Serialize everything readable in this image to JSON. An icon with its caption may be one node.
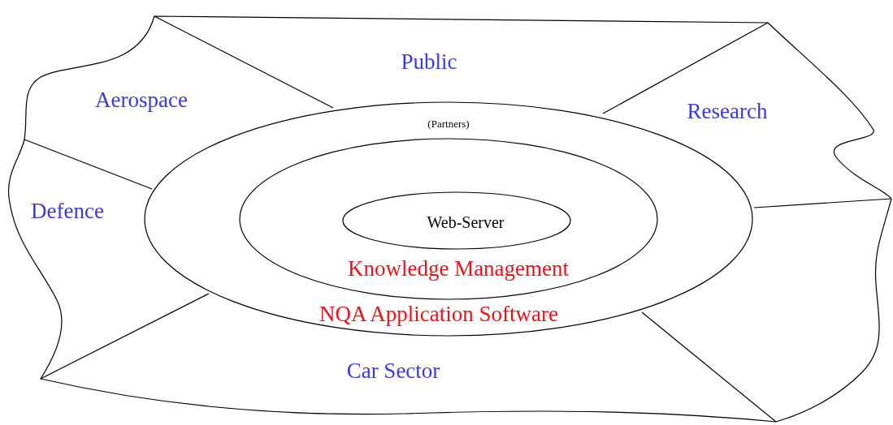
{
  "diagram": {
    "nodes": [
      {
        "text": [
          "(Partners)",
          "NQA Application Software"
        ]
      },
      {
        "text": [
          "Knowledge Management"
        ],
        "in": 0
      },
      {
        "text": [
          "Web-Server"
        ],
        "in": 1
      }
    ],
    "labels": [
      "Public",
      "Aerospace",
      "Research",
      "Defence",
      "Car Sector"
    ]
  }
}
